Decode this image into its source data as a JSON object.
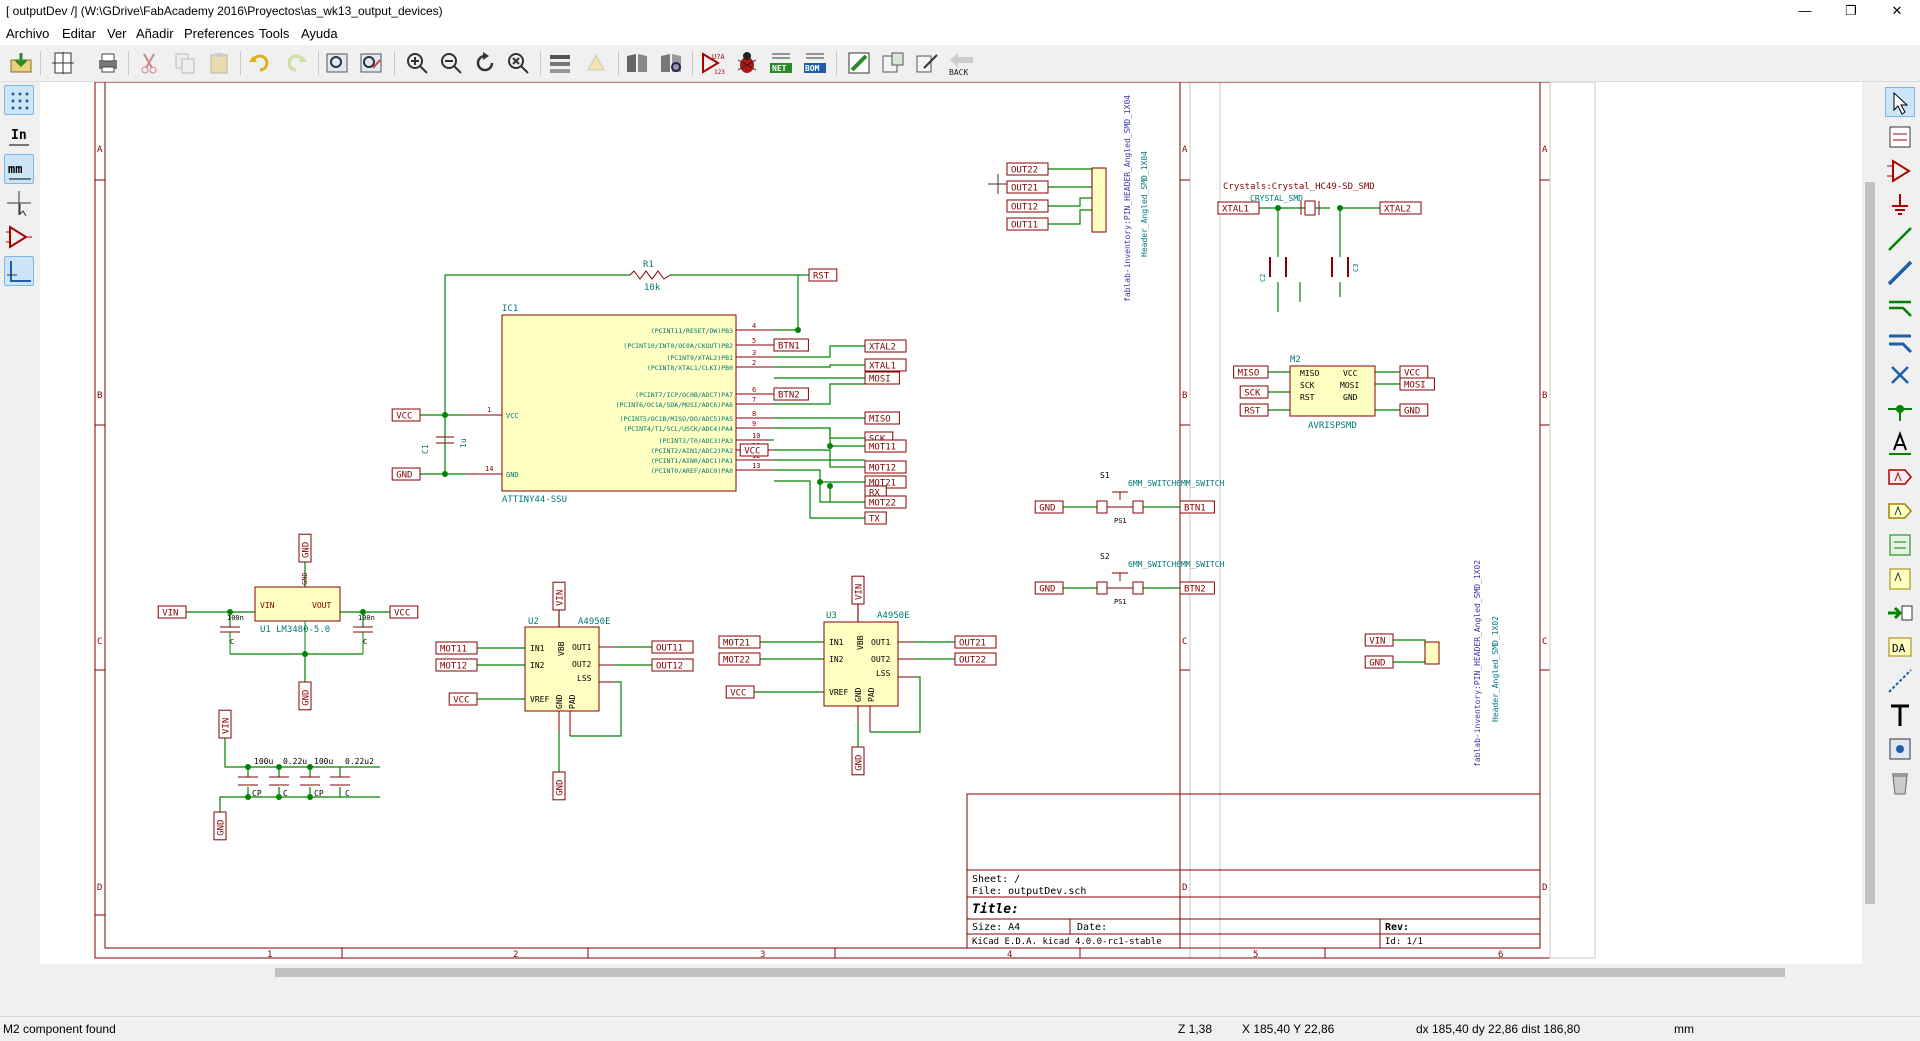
{
  "window": {
    "title": "[ outputDev /] (W:\\GDrive\\FabAcademy 2016\\Proyectos\\as_wk13_output_devices)",
    "minimize": "—",
    "maximize": "❐",
    "close": "✕"
  },
  "menu": [
    "Archivo",
    "Editar",
    "Ver",
    "Añadir",
    "Preferences",
    "Tools",
    "Ayuda"
  ],
  "toolbar": {
    "back_label": "BACK"
  },
  "left_toolbar": {
    "in_label": "In",
    "mm_label": "mm"
  },
  "schematic": {
    "frame_cols": [
      "1",
      "2",
      "3",
      "4",
      "5",
      "6"
    ],
    "frame_rows": [
      "A",
      "B",
      "C",
      "D"
    ],
    "title_block": {
      "sheet": "Sheet: /",
      "file": "File: outputDev.sch",
      "title": "Title:",
      "size": "Size: A4",
      "date": "Date:",
      "rev": "Rev:",
      "app": "KiCad E.D.A.  kicad 4.0.0-rc1-stable",
      "id": "Id: 1/1"
    },
    "ic1": {
      "ref": "IC1",
      "value": "ATTINY44-SSU",
      "left_pins": [
        {
          "num": "1",
          "name": "VCC"
        },
        {
          "num": "14",
          "name": "GND"
        }
      ],
      "right_pins": [
        {
          "num": "4",
          "name": "(PCINT11/RESET/DW)PB3"
        },
        {
          "num": "5",
          "name": "(PCINT10/INT0/OC0A/CKOUT)PB2"
        },
        {
          "num": "3",
          "name": "(PCINT9/XTAL2)PB1"
        },
        {
          "num": "2",
          "name": "(PCINT8/XTAL1/CLKI)PB0"
        },
        {
          "num": "6",
          "name": "(PCINT7/ICP/OC0B/ADC7)PA7"
        },
        {
          "num": "7",
          "name": "(PCINT6/OC1A/SDA/MOSI/ADC6)PA6"
        },
        {
          "num": "8",
          "name": "(PCINT5/OC1B/MISO/DO/ADC5)PA5"
        },
        {
          "num": "9",
          "name": "(PCINT4/T1/SCL/USCK/ADC4)PA4"
        },
        {
          "num": "10",
          "name": "(PCINT3/T0/ADC3)PA3"
        },
        {
          "num": "11",
          "name": "(PCINT2/AIN1/ADC2)PA2"
        },
        {
          "num": "12",
          "name": "(PCINT1/AIN0/ADC1)PA1"
        },
        {
          "num": "13",
          "name": "(PCINT0/AREF/ADC0)PA0"
        }
      ]
    },
    "r1": {
      "ref": "R1",
      "value": "10k"
    },
    "c1": {
      "ref": "C1",
      "value": "1u"
    },
    "u1": {
      "ref": "U1",
      "value": "LM3480-5.0",
      "vin": "VIN",
      "vout": "VOUT",
      "gnd": "GND"
    },
    "u1_caps": {
      "left": "100n",
      "right": "100n",
      "c": "C"
    },
    "u2": {
      "ref": "U2",
      "value": "A4950E"
    },
    "u3": {
      "ref": "U3",
      "value": "A4950E"
    },
    "driver_pins": {
      "in1": "IN1",
      "in2": "IN2",
      "vref": "VREF",
      "vbb": "VBB",
      "gnd": "GND",
      "pad": "PAD",
      "out1": "OUT1",
      "out2": "OUT2",
      "lss": "LSS"
    },
    "bulk_caps": [
      "100u",
      "0.22u",
      "100u",
      "0.22u2"
    ],
    "cap_labels": [
      "CP",
      "C",
      "CP",
      "C"
    ],
    "crystal": {
      "lib": "Crystals:Crystal_HC49-SD_SMD",
      "value": "CRYSTAL_SMD",
      "c2": "C2",
      "c3": "C3"
    },
    "m2": {
      "ref": "M2",
      "value": "AVRISPSMD",
      "miso": "MISO",
      "sck": "SCK",
      "rst": "RST",
      "vcc": "VCC",
      "mosi": "MOSI",
      "gnd": "GND"
    },
    "s1": {
      "ref": "S1",
      "value": "6MM_SWITCH6MM_SWITCH",
      "ps": "PS1"
    },
    "s2": {
      "ref": "S2",
      "value": "6MM_SWITCH6MM_SWITCH",
      "ps": "PS1"
    },
    "header_1x04": {
      "v1": "fablab-inventory:PIN_HEADER_Angled_SMD_1X04",
      "v2": "Header_Angled_SMD_1X04"
    },
    "header_1x02": {
      "v1": "fablab-inventory:PIN_HEADER_Angled_SMD_1X02",
      "v2": "Header_Angled_SMD_1X02"
    },
    "net_labels": {
      "rst": "RST",
      "vcc": "VCC",
      "gnd": "GND",
      "vin": "VIN",
      "btn1": "BTN1",
      "btn2": "BTN2",
      "xtal1": "XTAL1",
      "xtal2": "XTAL2",
      "mosi": "MOSI",
      "miso": "MISO",
      "sck": "SCK",
      "mot11": "MOT11",
      "mot12": "MOT12",
      "mot21": "MOT21",
      "mot22": "MOT22",
      "rx": "RX",
      "tx": "TX",
      "out11": "OUT11",
      "out12": "OUT12",
      "out21": "OUT21",
      "out22": "OUT22"
    }
  },
  "status": {
    "message": "M2 component found",
    "zoom": "Z 1,38",
    "xy": "X 185,40  Y 22,86",
    "delta": "dx 185,40  dy 22,86  dist 186,80",
    "units": "mm"
  }
}
